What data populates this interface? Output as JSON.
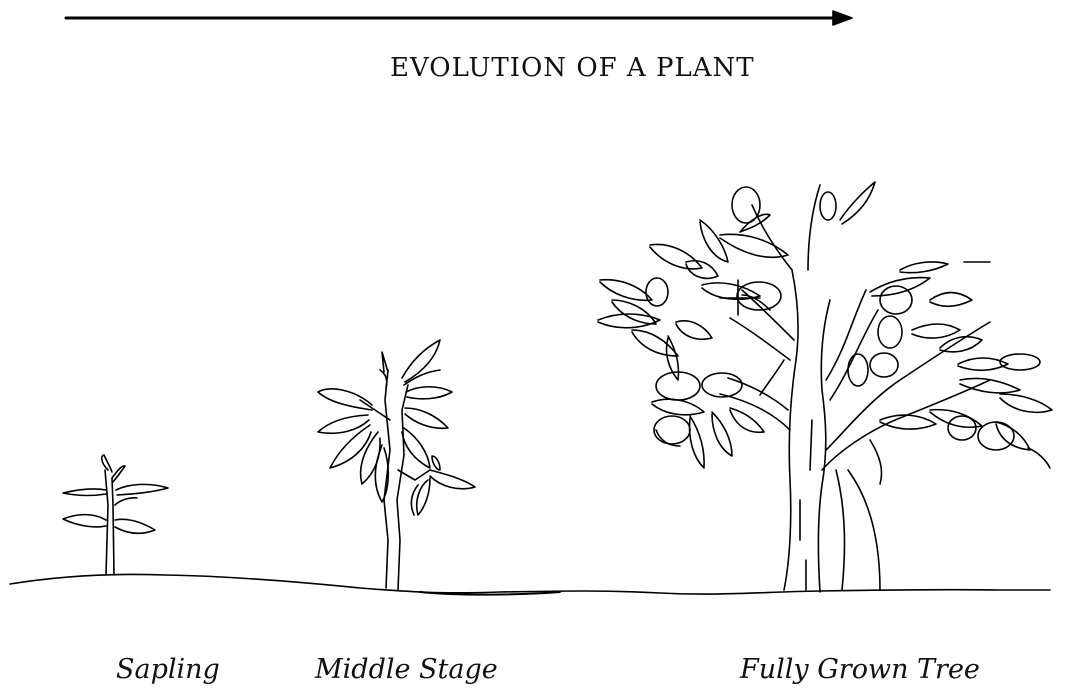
{
  "title": "EVOLUTION OF A PLANT",
  "stages": [
    {
      "label": "Sapling"
    },
    {
      "label": "Middle Stage"
    },
    {
      "label": "Fully Grown Tree"
    }
  ],
  "icons": {
    "direction_arrow": "arrow-right-icon",
    "sapling": "sapling-icon",
    "middle": "young-plant-icon",
    "tree": "tree-icon",
    "ground": "ground-line"
  }
}
